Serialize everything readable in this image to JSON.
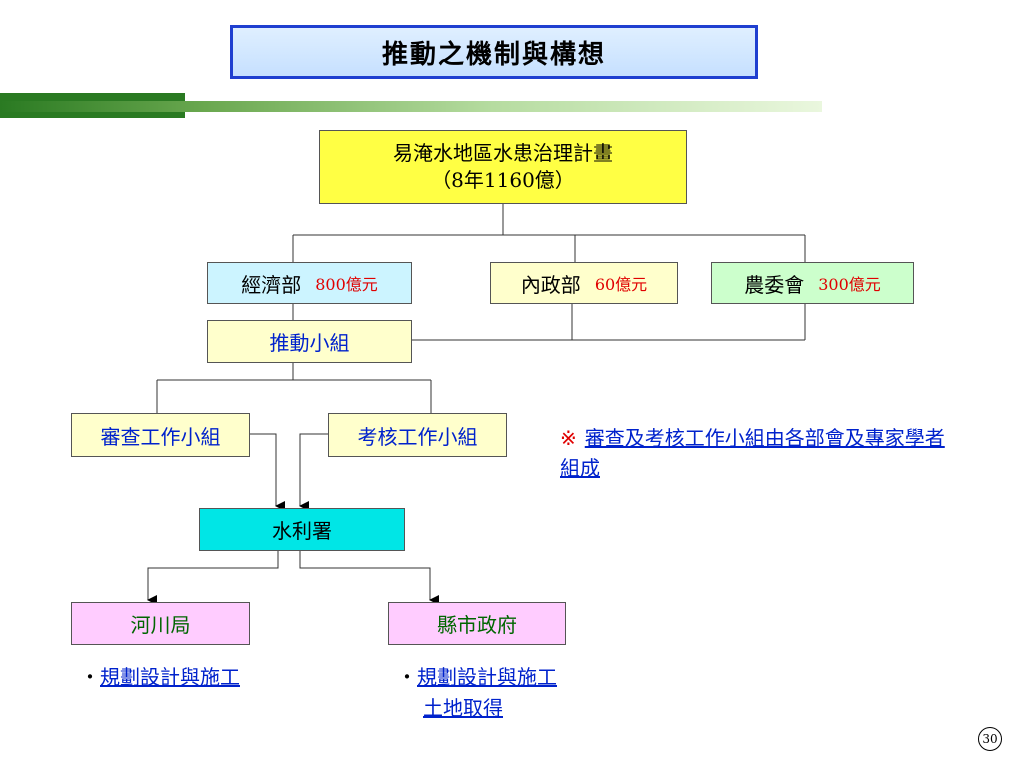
{
  "title": "推動之機制與構想",
  "root": {
    "line1": "易淹水地區水患治理計畫",
    "line2": "（8年1160億）"
  },
  "ministries": [
    {
      "name": "經濟部",
      "amount": "800億元"
    },
    {
      "name": "內政部",
      "amount": "60億元"
    },
    {
      "name": "農委會",
      "amount": "300億元"
    }
  ],
  "steering": "推動小組",
  "review_group": "審查工作小組",
  "assess_group": "考核工作小組",
  "note": {
    "mark": "※",
    "text": "審查及考核工作小組由各部會及專家學者組成"
  },
  "water_agency": "水利署",
  "river_bureau": "河川局",
  "county_gov": "縣市政府",
  "river_tasks": {
    "bullet": "・",
    "item1": "規劃設計與施工"
  },
  "county_tasks": {
    "bullet": "・",
    "item1": "規劃設計與施工",
    "item2": "土地取得"
  },
  "page_number": "30",
  "colors": {
    "title_border": "#1f3fd0",
    "root_fill": "#ffff44",
    "agency_fill": "#00e6e6",
    "accent_red": "#e00000",
    "text_blue": "#0022cc"
  }
}
